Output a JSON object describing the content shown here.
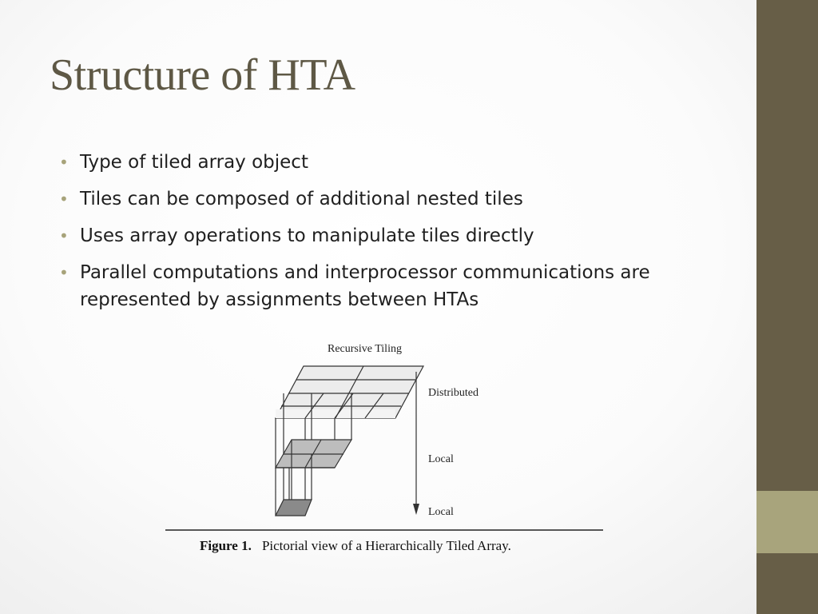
{
  "slide": {
    "title": "Structure of HTA",
    "bullets": [
      "Type of tiled array object",
      "Tiles can be composed of additional nested tiles",
      "Uses array operations to manipulate tiles directly",
      "Parallel computations and interprocessor communications are represented by assignments between HTAs"
    ],
    "bullet_glyph": "•"
  },
  "figure": {
    "label_top": "Recursive Tiling",
    "label_distributed": "Distributed",
    "label_local_1": "Local",
    "label_local_2": "Local",
    "caption_number": "Figure 1.",
    "caption_text": "Pictorial view of a Hierarchically Tiled Array."
  },
  "theme": {
    "title_color": "#5e5845",
    "sidebar_dark": "#675e47",
    "sidebar_light": "#a8a47c",
    "bullet_color": "#a7a37a"
  }
}
